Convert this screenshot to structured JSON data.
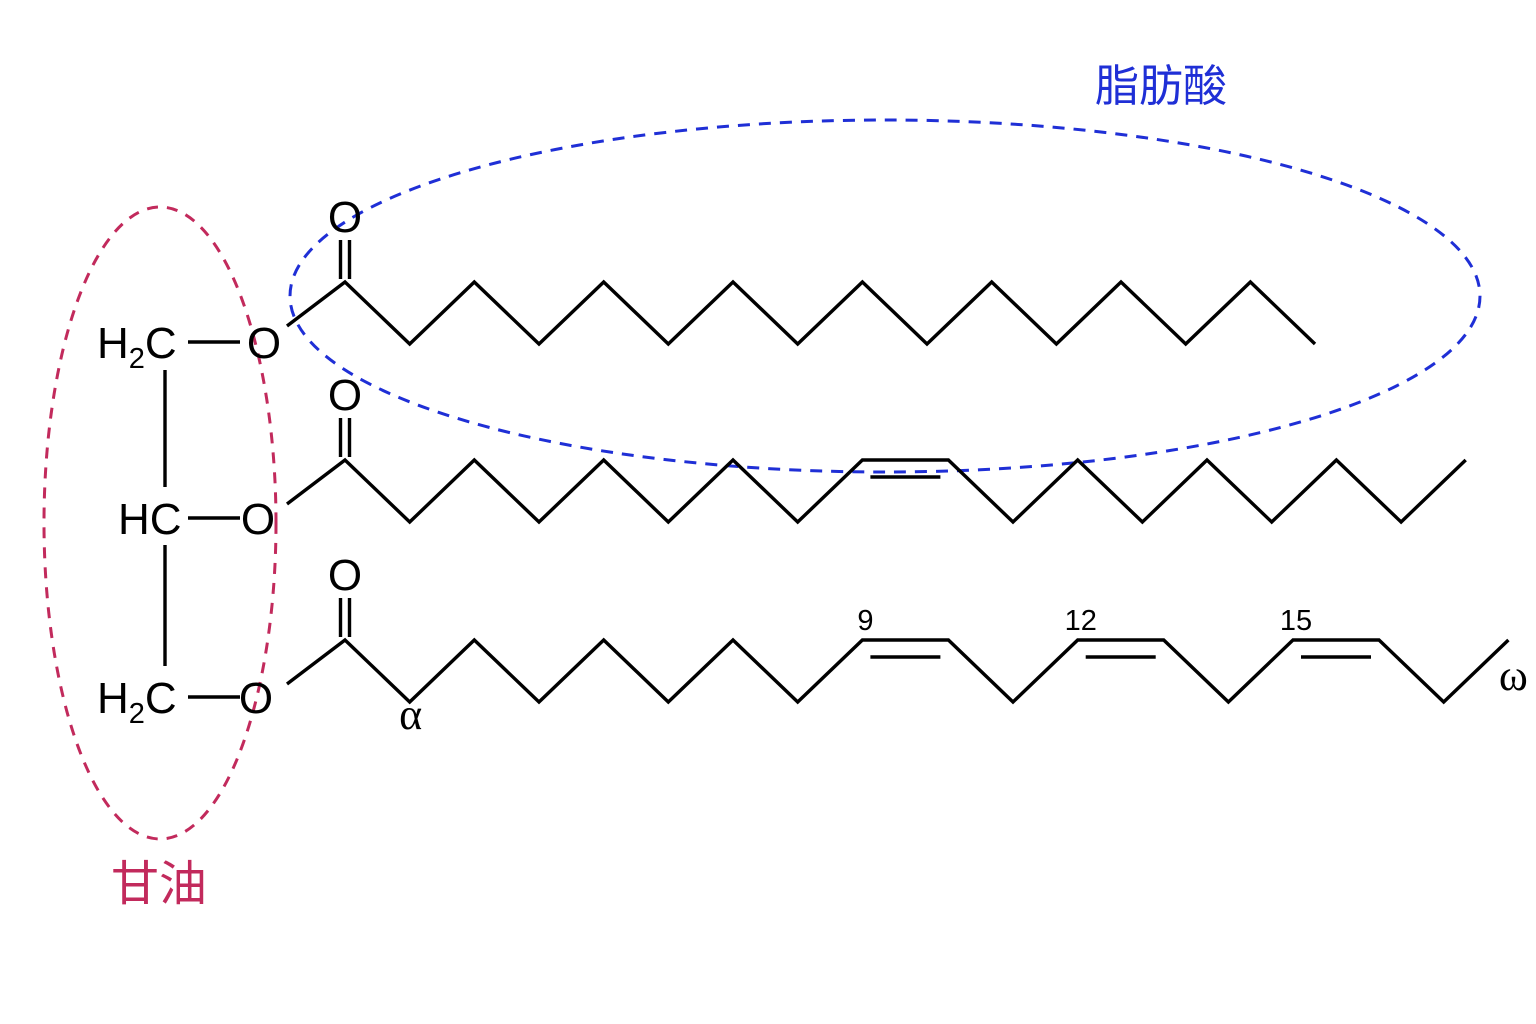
{
  "labels": {
    "fatty_acid": "脂肪酸",
    "glycerol": "甘油"
  },
  "colors": {
    "fatty_acid": "#1f2fd6",
    "glycerol": "#c22a5c",
    "structure": "#000000",
    "background": "#ffffff"
  },
  "glycerol": {
    "rows": [
      {
        "h": "H",
        "sub": "2",
        "c": "C",
        "oxygen": "O"
      },
      {
        "hc": "HC",
        "oxygen": "O"
      },
      {
        "h": "H",
        "sub": "2",
        "c": "C",
        "oxygen": "O"
      }
    ]
  },
  "fatty_acid_chains": [
    {
      "carbons": 16,
      "double_bonds": [],
      "carbonyl_oxygen": "O"
    },
    {
      "carbons": 18,
      "double_bonds": [
        9
      ],
      "carbonyl_oxygen": "O"
    },
    {
      "carbons": 18,
      "double_bonds": [
        9,
        12,
        15
      ],
      "carbonyl_oxygen": "O",
      "locants": [
        {
          "text": "9",
          "carbon": 9
        },
        {
          "text": "12",
          "carbon": 12
        },
        {
          "text": "15",
          "carbon": 15
        }
      ],
      "end_labels": [
        {
          "text": "α",
          "carbon": 2
        },
        {
          "text": "ω",
          "carbon": 18
        }
      ]
    }
  ]
}
